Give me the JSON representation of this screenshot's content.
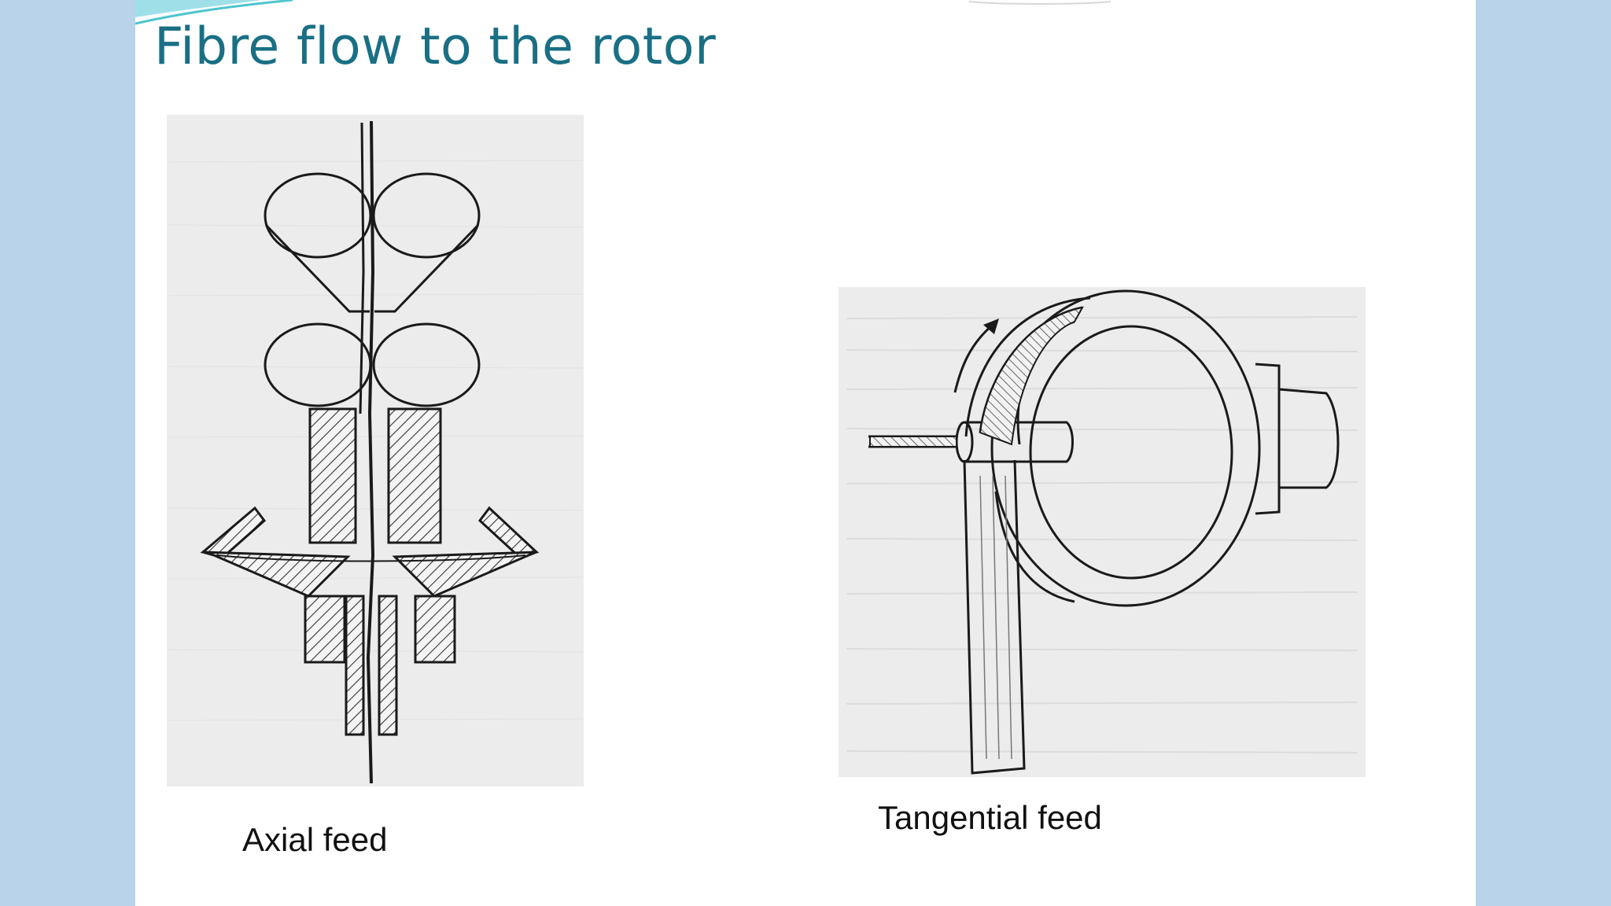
{
  "slide": {
    "title": "Fibre flow to the rotor",
    "accent_color": "#1a6f84",
    "background_color": "#b8d3ea"
  },
  "figures": [
    {
      "caption": "Axial feed",
      "icon": "axial-feed-diagram"
    },
    {
      "caption": "Tangential feed",
      "icon": "tangential-feed-diagram"
    }
  ]
}
